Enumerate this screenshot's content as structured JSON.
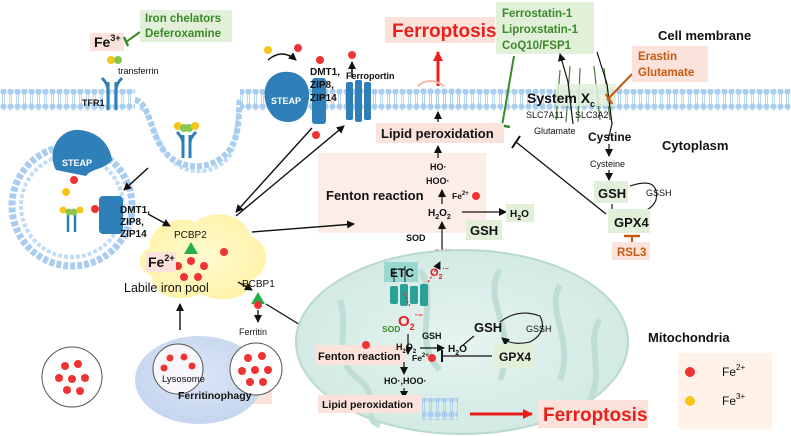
{
  "labels": {
    "fe3_top": "Fe",
    "fe3_sup": "3+",
    "iron_chelators": "Iron chelators",
    "deferoxamine": "Deferoxamine",
    "transferrin": "transferrin",
    "tfr1": "TFR1",
    "steap_top": "STEAP",
    "dmt1_top": [
      "DMT1,",
      "ZIP8,",
      "ZIP14"
    ],
    "ferroportin": "Ferroportin",
    "ferroptosis_top": "Ferroptosis",
    "inhibitors": [
      "Ferrostatin-1",
      "Liproxstatin-1",
      "CoQ10/FSP1"
    ],
    "cell_membrane": "Cell membrane",
    "system_xc": "System X",
    "system_xc_sub": "c",
    "slc7a11": "SLC7A11",
    "slc3a2": "SLC3A2",
    "erastin": "Erastin",
    "glutamate_inh": "Glutamate",
    "glutamate": "Glutamate",
    "cystine": "Cystine",
    "cysteine": "Cysteine",
    "cytoplasm": "Cytoplasm",
    "lipid_perox_top": "Lipid peroxidation",
    "ho": "HO·",
    "hoo": "HOO·",
    "fenton_top": "Fenton reaction",
    "fe2_small": "Fe",
    "fe2_small_sup": "2+",
    "h2o2": "H",
    "h2o2_sub1": "2",
    "h2o2_o": "O",
    "h2o2_sub2": "2",
    "h2o": "H",
    "h2o_sub": "2",
    "h2o_o": "O",
    "gsh_top": "GSH",
    "gsh_cyto": "GSH",
    "gssh_cyto": "GSSH",
    "gpx4_cyto": "GPX4",
    "rsl3": "RSL3",
    "sod_cyto": "SOD",
    "o2_cyto": "O",
    "o2_cyto_sub": "2",
    "o2_cyto_sup": "·−",
    "steap_endo": "STEAP",
    "dmt1_endo": [
      "DMT1,",
      "ZIP8,",
      "ZIP14"
    ],
    "pcbp2": "PCBP2",
    "fe2_pool": "Fe",
    "fe2_pool_sup": "2+",
    "labile_pool": "Labile iron pool",
    "pcbp1": "PCBP1",
    "ferritin": "Ferritin",
    "lysosome": "Lysosome",
    "ferritinophagy": "Ferritinophagy",
    "etc": "ETC",
    "o2_mito_a": "O",
    "o2_mito_a_sub": "2",
    "o2_mito_a_sup": "·−",
    "o2_mito_b": "O",
    "o2_mito_b_sub": "2",
    "o2_mito_b_sup": "·−",
    "sod_mito": "SOD",
    "gsh_mito_small": "GSH",
    "fenton_mito": "Fenton reaction",
    "h2o2_mito": "H",
    "h2o2_mito_sub1": "2",
    "h2o2_mito_o": "O",
    "h2o2_mito_sub2": "2",
    "fe2_mito": "Fe",
    "fe2_mito_sup": "2+",
    "ho_hoo_mito": "HO·,HOO·",
    "lipid_perox_mito": "Lipid peroxidation",
    "gsh_mito": "GSH",
    "gssh_mito": "GSSH",
    "h2o_mito": "H",
    "h2o_mito_sub": "2",
    "h2o_mito_o": "O",
    "gpx4_mito": "GPX4",
    "ferroptosis_mito": "Ferroptosis",
    "mitochondria": "Mitochondria",
    "legend_fe2": "Fe",
    "legend_fe2_sup": "2+",
    "legend_fe3": "Fe",
    "legend_fe3_sup": "3+"
  },
  "colors": {
    "iron2": "#ee3333",
    "iron3": "#f5c518",
    "membrane": "#a9cdf0",
    "protein": "#2f7fb8",
    "inhibitor_green": "#3a8a2a",
    "inhibitor_orange": "#c55a11",
    "ferroptosis_red": "#e8201b",
    "box_pink": "#fbe3db",
    "box_green": "#e2f0d9",
    "mito": "#d9eee9"
  }
}
